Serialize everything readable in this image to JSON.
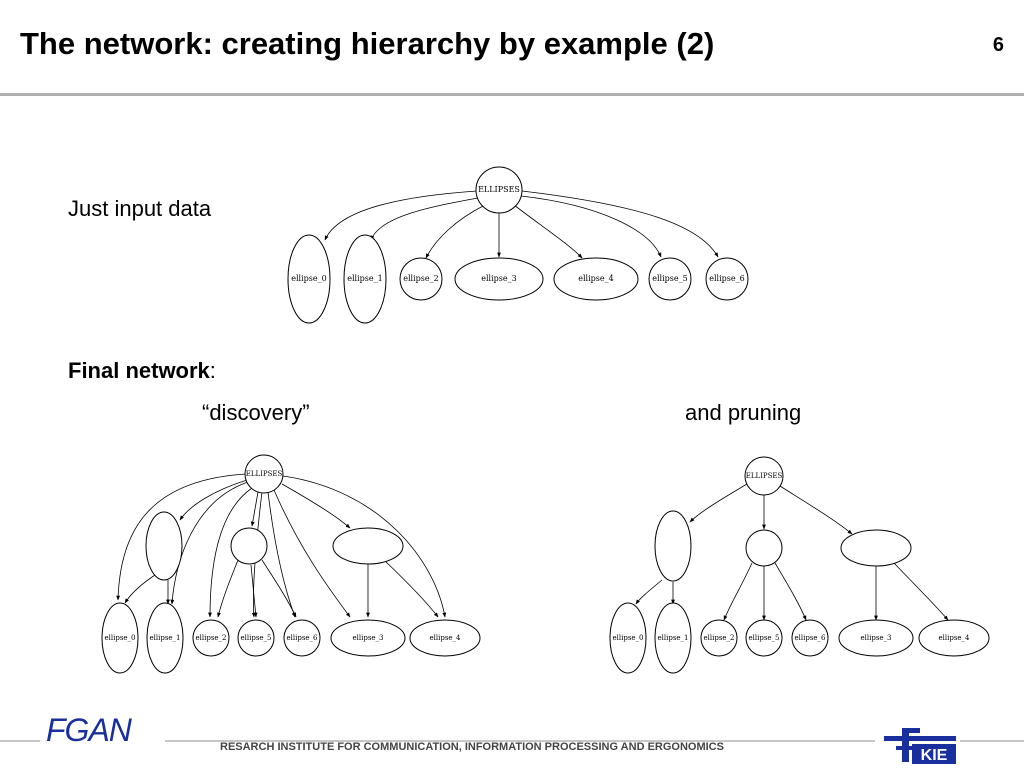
{
  "slide": {
    "title": "The network: creating hierarchy by example (2)",
    "page_number": "6"
  },
  "labels": {
    "input_data": "Just input data",
    "final_network": "Final network",
    "final_network_colon": ":",
    "discovery": "“discovery”",
    "pruning": "and pruning"
  },
  "graph": {
    "root": "ELLIPSES",
    "leaves": [
      "ellipse_0",
      "ellipse_1",
      "ellipse_2",
      "ellipse_3",
      "ellipse_4",
      "ellipse_5",
      "ellipse_6"
    ]
  },
  "footer": {
    "institute": "RESARCH INSTITUTE FOR COMMUNICATION, INFORMATION PROCESSING AND ERGONOMICS",
    "logo_left": "FGAN",
    "logo_right": "KIE"
  },
  "colors": {
    "accent": "#1a2f9e",
    "rule": "#b0b0b0"
  }
}
